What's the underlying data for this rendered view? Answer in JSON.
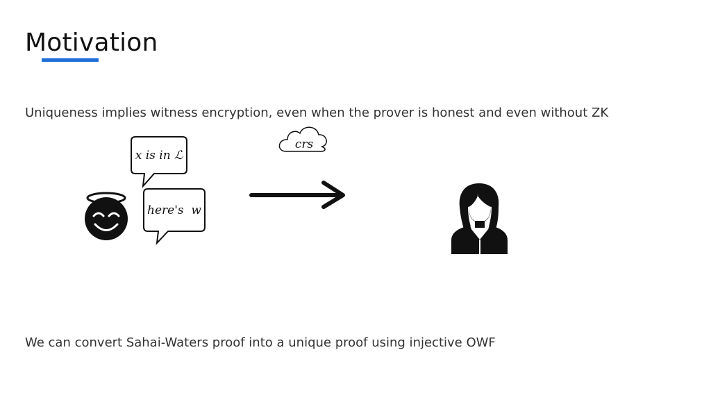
{
  "slide": {
    "title": "Motivation",
    "accent_color": "#1f6fd6",
    "lines": [
      "Uniqueness implies witness encryption, even when the prover is honest and even without ZK",
      "We can convert Sahai-Waters proof into a unique proof using injective OWF"
    ]
  },
  "diagram": {
    "bubble_statement": "x is in ℒ",
    "bubble_witness": "here's  w",
    "cloud_label": "crs",
    "icons": {
      "prover": "angel-smiley-icon",
      "verifier": "person-icon",
      "arrow": "right-arrow-icon",
      "cloud": "cloud-icon"
    }
  }
}
